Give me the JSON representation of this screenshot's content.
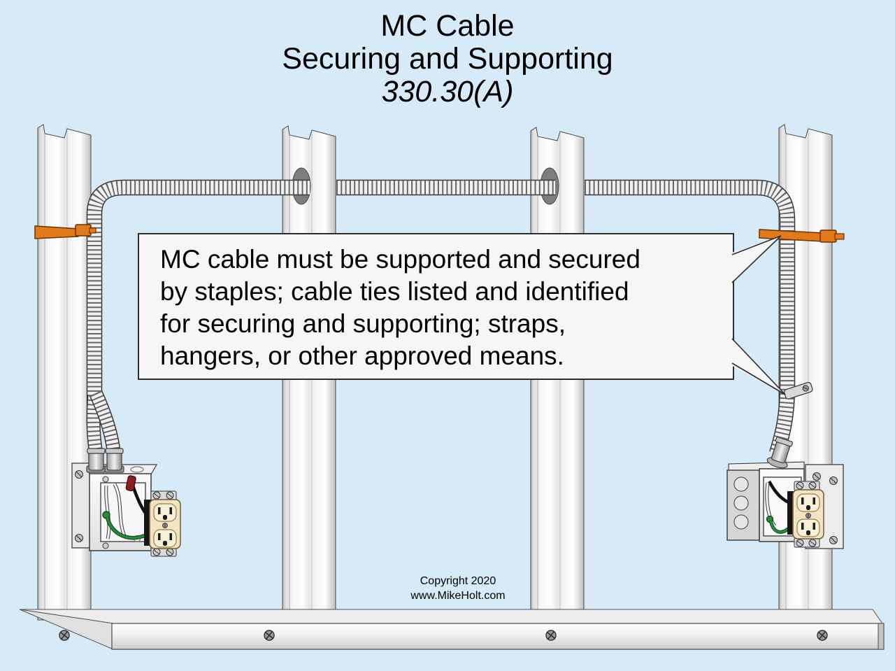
{
  "title": {
    "line1": "MC Cable",
    "line2": "Securing and Supporting",
    "line3": "330.30(A)"
  },
  "callout": {
    "lines": [
      "MC cable must be supported and secured",
      "by staples; cable ties listed and identified",
      "for securing and supporting; straps,",
      "hangers, or other approved means."
    ]
  },
  "footer": {
    "line1": "Copyright 2020",
    "line2": "www.MikeHolt.com"
  },
  "colors": {
    "background": "#d6eaf8",
    "callout_fill": "#f6f6f6",
    "callout_border": "#2e2e2e",
    "cable_tie_orange": "#e2791b",
    "cable_tie_edge": "#6b3300",
    "stud_outline": "#4a4a4a",
    "cable_outline": "#383838",
    "cable_fill": "#f1f1f1",
    "receptacle_ivory": "#f2e3c2",
    "receptacle_slot": "#1d1d1d",
    "ground_green": "#2b8a3a",
    "wirenut_red": "#8c2020",
    "text": "#000000"
  }
}
